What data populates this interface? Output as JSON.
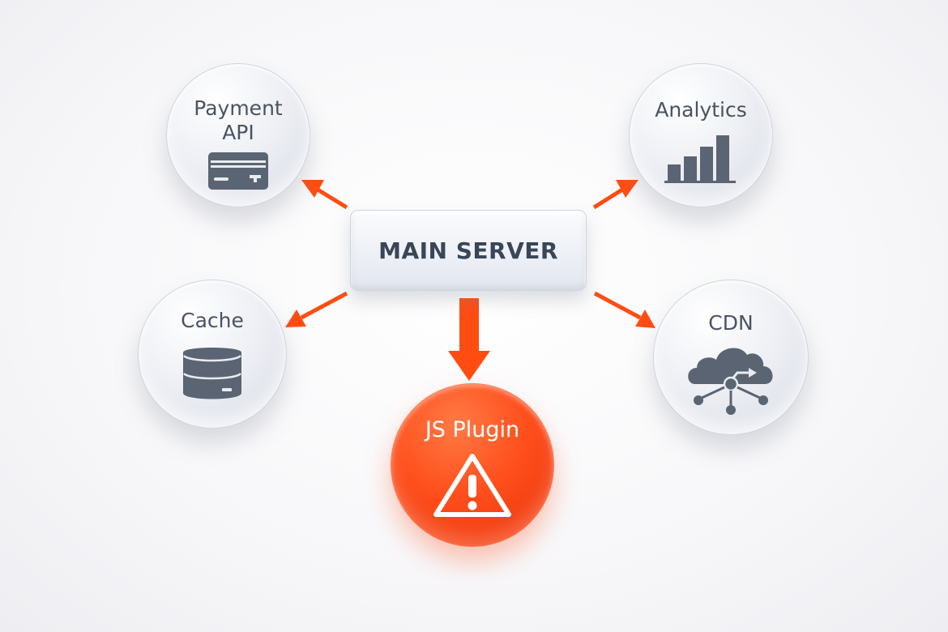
{
  "diagram": {
    "center": {
      "label": "MAIN SERVER"
    },
    "nodes": [
      {
        "id": "payment",
        "label_line1": "Payment",
        "label_line2": "API",
        "icon": "credit-card-icon",
        "status": "normal"
      },
      {
        "id": "analytics",
        "label": "Analytics",
        "icon": "bar-chart-icon",
        "status": "normal"
      },
      {
        "id": "cache",
        "label": "Cache",
        "icon": "database-icon",
        "status": "normal"
      },
      {
        "id": "cdn",
        "label": "CDN",
        "icon": "cloud-network-icon",
        "status": "normal"
      },
      {
        "id": "plugin",
        "label": "JS Plugin",
        "icon": "warning-icon",
        "status": "alert"
      }
    ],
    "edges": [
      {
        "from": "MAIN SERVER",
        "to": "Payment API"
      },
      {
        "from": "MAIN SERVER",
        "to": "Analytics"
      },
      {
        "from": "MAIN SERVER",
        "to": "Cache"
      },
      {
        "from": "MAIN SERVER",
        "to": "CDN"
      },
      {
        "from": "MAIN SERVER",
        "to": "JS Plugin",
        "emphasis": true
      }
    ],
    "colors": {
      "accent": "#ff4d12",
      "icon": "#5b6472",
      "text": "#4b5361",
      "alert_text": "#ffffff"
    }
  }
}
